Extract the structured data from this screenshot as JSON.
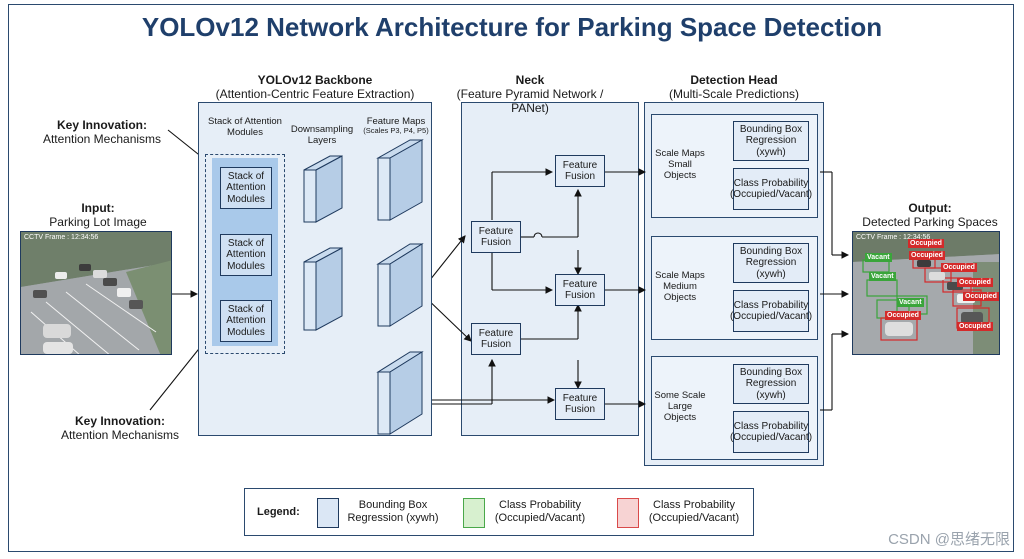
{
  "title": "YOLOv12 Network Architecture for Parking Space Detection",
  "input": {
    "label": "Input:",
    "sublabel": "Parking Lot Image",
    "overlay": "CCTV Frame : 12:34:56"
  },
  "output": {
    "label": "Output:",
    "sublabel": "Detected Parking Spaces",
    "overlay": "CCTV Frame : 12:34:56",
    "tags": [
      "Occupied",
      "Vacant",
      "Occupied",
      "Occupied",
      "Occupied",
      "Vacant",
      "Occupied",
      "Vacant",
      "Occupied",
      "Occupied"
    ]
  },
  "key_innovation_top": {
    "title": "Key Innovation:",
    "text": "Attention Mechanisms"
  },
  "key_innovation_bottom": {
    "title": "Key Innovation:",
    "text": "Attention Mechanisms"
  },
  "backbone": {
    "title": "YOLOv12 Backbone",
    "subtitle": "(Attention-Centric Feature Extraction)",
    "stack_header": "Stack of Attention Modules",
    "stacks": [
      "Stack of Attention Modules",
      "Stack of Attention Modules",
      "Stack of Attention Modules"
    ],
    "downsampling_label": "Downsampling Layers",
    "feature_maps_label": "Feature Maps",
    "feature_maps_scales": "(Scales P3, P4, P5)"
  },
  "neck": {
    "title": "Neck",
    "subtitle": "(Feature Pyramid Network / PANet)",
    "fusion_label": "Feature Fusion"
  },
  "head": {
    "title": "Detection Head",
    "subtitle": "(Multi-Scale Predictions)",
    "scales": [
      {
        "label": "Scale Maps Small Objects",
        "bbox": "Bounding Box Regression (xywh)",
        "cls": "Class Probability (Occupied/Vacant)"
      },
      {
        "label": "Scale Maps Medium Objects",
        "bbox": "Bounding Box Regression (xywh)",
        "cls": "Class Probability (Occupied/Vacant)"
      },
      {
        "label": "Some Scale Large Objects",
        "bbox": "Bounding Box Regression (xywh)",
        "cls": "Class Probability (Occupied/Vacant)"
      }
    ]
  },
  "legend": {
    "title": "Legend:",
    "items": [
      {
        "text": "Bounding Box Regression (xywh)",
        "color": "#dbe7f5",
        "border": "#1f3a5e"
      },
      {
        "text": "Class Probability (Occupied/Vacant)",
        "color": "#d7f0cf",
        "border": "#4aa84a"
      },
      {
        "text": "Class Probability (Occupied/Vacant)",
        "color": "#f7d3d3",
        "border": "#d94a4a"
      }
    ]
  },
  "watermark": "CSDN @思绪无限",
  "colors": {
    "title": "#1f3f6b",
    "panel": "#e6eef7",
    "attention": "#a9c9ea",
    "vacant": "#3aa53a",
    "occupied": "#d42a2a"
  }
}
